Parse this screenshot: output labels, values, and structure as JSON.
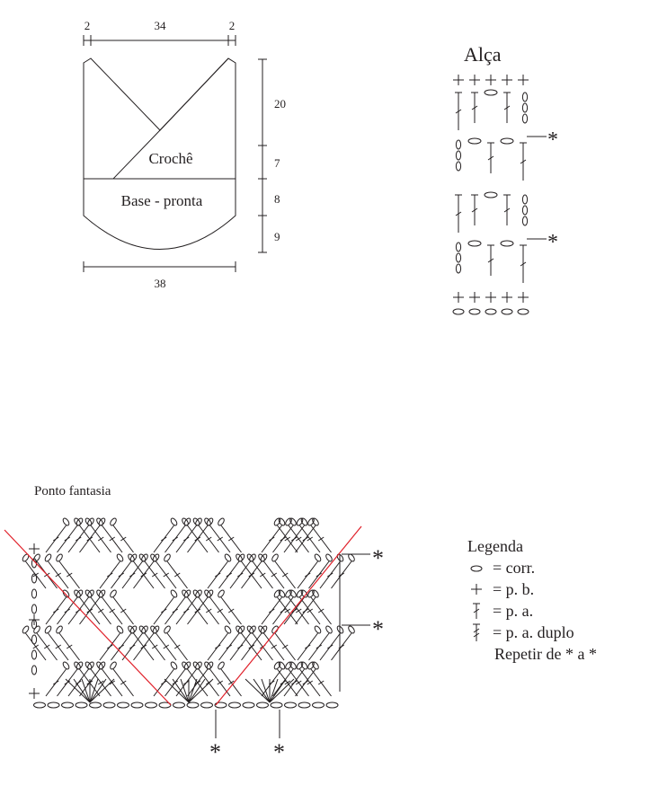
{
  "bag": {
    "dims_top": [
      "2",
      "34",
      "2"
    ],
    "label_crochet": "Crochê",
    "label_base": "Base - pronta",
    "dims_side": [
      "20",
      "7",
      "8",
      "9"
    ],
    "dim_bottom": "38"
  },
  "handle": {
    "title": "Alça",
    "repeat_mark": "*"
  },
  "stitch_chart": {
    "title": "Ponto fantasia",
    "repeat_mark": "*"
  },
  "legend": {
    "title": "Legenda",
    "items": [
      {
        "icon": "chain-icon",
        "text": "= corr."
      },
      {
        "icon": "single-crochet-icon",
        "text": "= p. b."
      },
      {
        "icon": "double-crochet-icon",
        "text": "= p. a."
      },
      {
        "icon": "treble-crochet-icon",
        "text": "= p. a. duplo"
      }
    ],
    "repeat_text": "Repetir de * a *"
  },
  "colors": {
    "ink": "#231f20",
    "guide_line": "#e0202a"
  }
}
